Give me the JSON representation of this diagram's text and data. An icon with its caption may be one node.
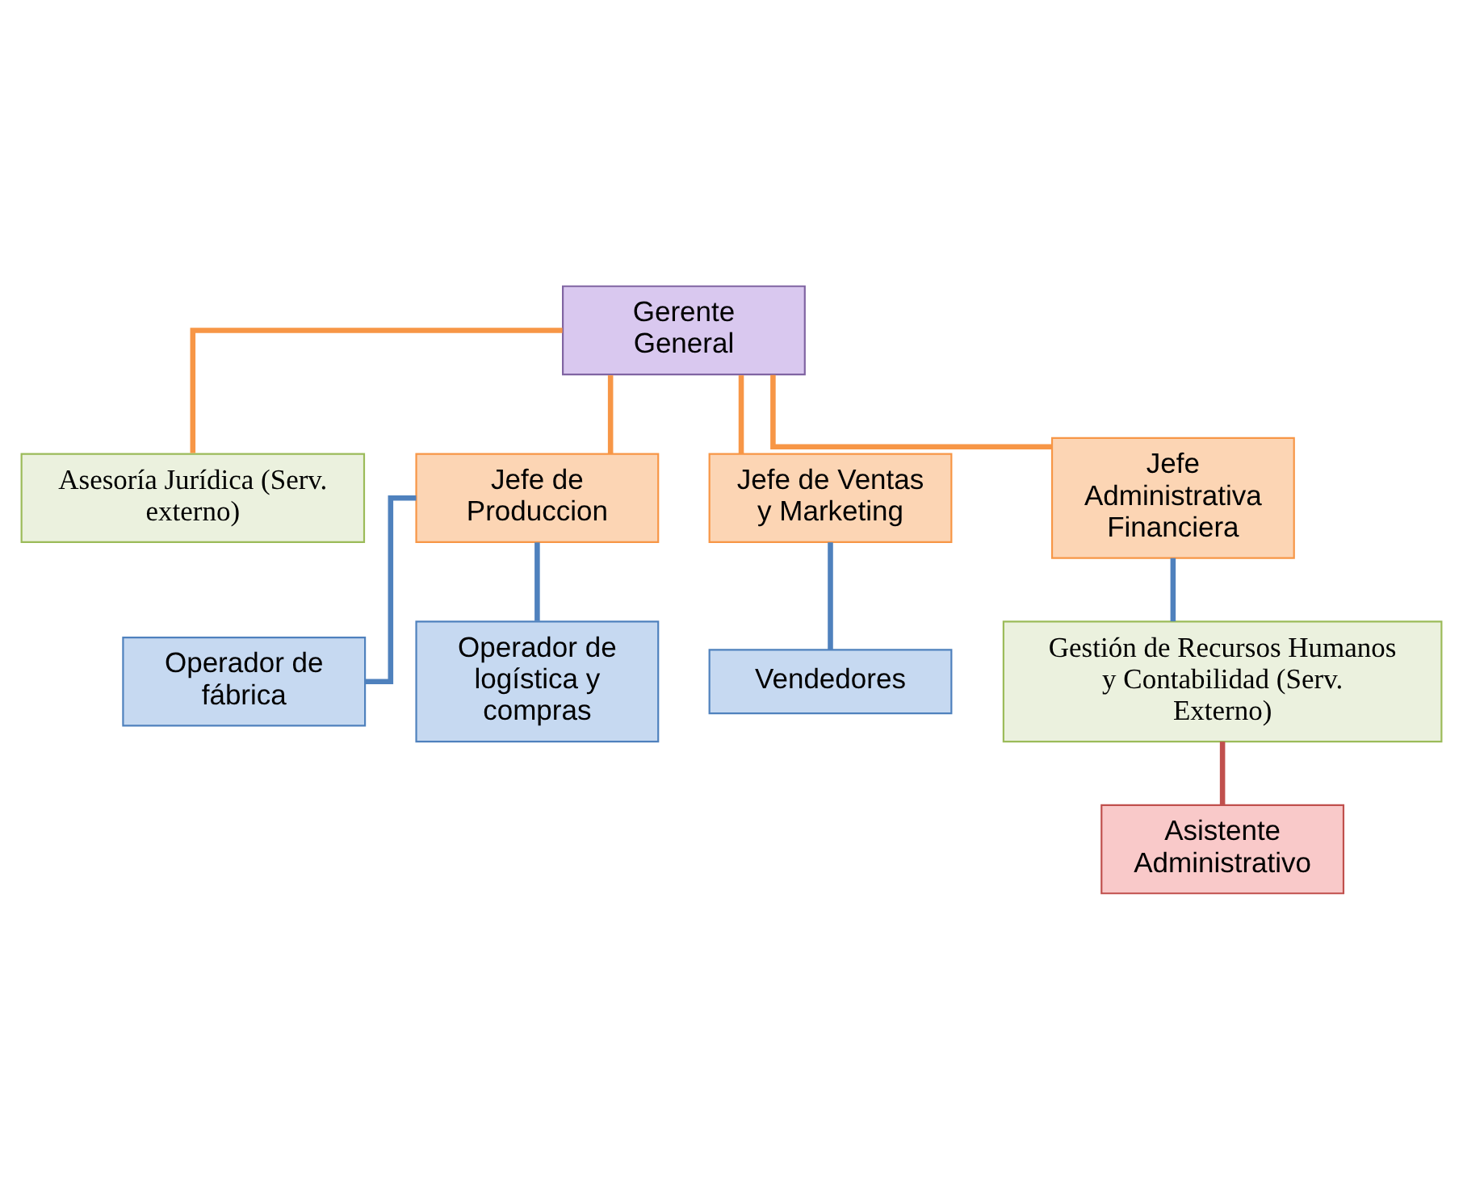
{
  "diagram": {
    "nodes": [
      {
        "text": [
          "Gerente General"
        ]
      },
      {
        "text": [
          "Asesoría Jurídica (Serv. externo)"
        ]
      },
      {
        "text": [
          "Jefe de Produccion"
        ]
      },
      {
        "text": [
          "Jefe de Ventas y Marketing"
        ]
      },
      {
        "text": [
          "Jefe Administrativa Financiera"
        ]
      },
      {
        "text": [
          "Operador de fábrica"
        ]
      },
      {
        "text": [
          "Operador de logística y compras"
        ]
      },
      {
        "text": [
          "Vendedores"
        ]
      },
      {
        "text": [
          "Gestión de Recursos Humanos y Contabilidad (Serv. Externo)"
        ]
      },
      {
        "text": [
          "Asistente Administrativo"
        ]
      }
    ],
    "edges": [
      {
        "from": 0,
        "to": 1,
        "arrow": "none",
        "color": "#f79646"
      },
      {
        "from": 0,
        "to": 2,
        "arrow": "none",
        "color": "#f79646"
      },
      {
        "from": 0,
        "to": 3,
        "arrow": "none",
        "color": "#f79646"
      },
      {
        "from": 0,
        "to": 4,
        "arrow": "none",
        "color": "#f79646"
      },
      {
        "from": 2,
        "to": 5,
        "arrow": "none",
        "color": "#4f81bd"
      },
      {
        "from": 2,
        "to": 6,
        "arrow": "none",
        "color": "#4f81bd"
      },
      {
        "from": 3,
        "to": 7,
        "arrow": "none",
        "color": "#4f81bd"
      },
      {
        "from": 4,
        "to": 8,
        "arrow": "none",
        "color": "#4f81bd"
      },
      {
        "from": 8,
        "to": 9,
        "arrow": "none",
        "color": "#c0504d"
      }
    ]
  }
}
